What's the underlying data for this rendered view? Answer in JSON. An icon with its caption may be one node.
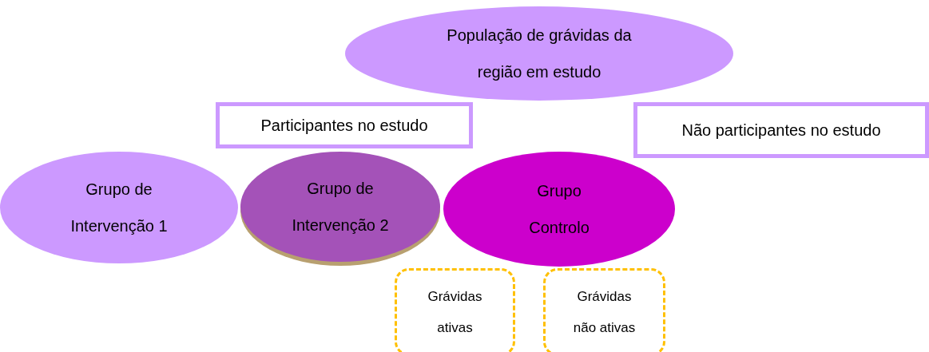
{
  "diagram": {
    "nodes": [
      {
        "text": [
          "População de grávidas da região em estudo"
        ]
      },
      {
        "text": [
          "Participantes no estudo"
        ]
      },
      {
        "text": [
          "Não participantes no estudo"
        ]
      },
      {
        "text": [
          "Grupo de Intervenção 1"
        ]
      },
      {
        "text": [
          "Grupo de Intervenção 2"
        ]
      },
      {
        "text": [
          "Grupo Controlo"
        ]
      },
      {
        "text": [
          "Grávidas ativas"
        ]
      },
      {
        "text": [
          "Grávidas não ativas"
        ]
      }
    ]
  }
}
